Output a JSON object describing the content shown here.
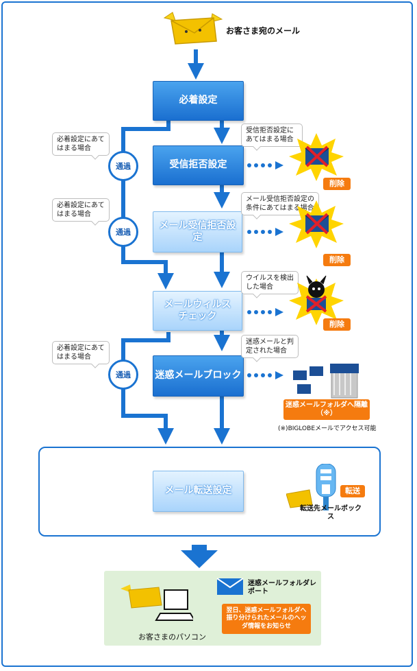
{
  "top_label": "お客さま宛のメール",
  "steps": {
    "s1": "必着設定",
    "s2": "受信拒否設定",
    "s3": "メール受信拒否設定",
    "s4": "メールウィルスチェック",
    "s5": "迷惑メールブロック",
    "s6": "メール転送設定"
  },
  "pass_label": "通過",
  "callouts": {
    "pass1": "必着設定にあてはまる場合",
    "pass2": "必着設定にあてはまる場合",
    "pass3": "必着設定にあてはまる場合",
    "c2": "受信拒否設定にあてはまる場合",
    "c3": "メール受信拒否設定の条件にあてはまる場合",
    "c4": "ウイルスを検出した場合",
    "c5": "迷惑メールと判定された場合"
  },
  "delete_label": "削除",
  "quarantine_label": "迷惑メールフォルダへ隔離（※）",
  "footnote": "(※)BIGLOBEメールでアクセス可能",
  "forward_badge": "転送",
  "forward_dest": "転送先メールボックス",
  "pc_label": "お客さまのパソコン",
  "report_title": "迷惑メールフォルダレポート",
  "report_desc": "翌日、迷惑メールフォルダへ振り分けられたメールのヘッダ情報をお知らせ",
  "colors": {
    "blue": "#1a73d1",
    "orange": "#f57b0f",
    "envelope": "#f3c100",
    "green_bg": "#dff0d8"
  }
}
